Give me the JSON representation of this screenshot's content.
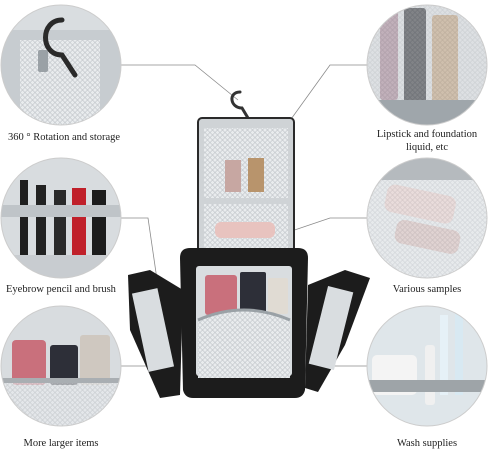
{
  "labels": {
    "rotation": "360 ° Rotation and storage",
    "lipstick": "Lipstick and foundation liquid, etc",
    "eyebrow": "Eyebrow pencil and brush",
    "samples": "Various samples",
    "larger": "More larger items",
    "wash": "Wash supplies"
  },
  "colors": {
    "bag_black": "#1c1c1c",
    "lining_gray": "#cfd3d6",
    "mesh_white": "#f2f2f2",
    "leader_line": "#8a8a8a",
    "circle_bg": "#dfe3e6"
  }
}
